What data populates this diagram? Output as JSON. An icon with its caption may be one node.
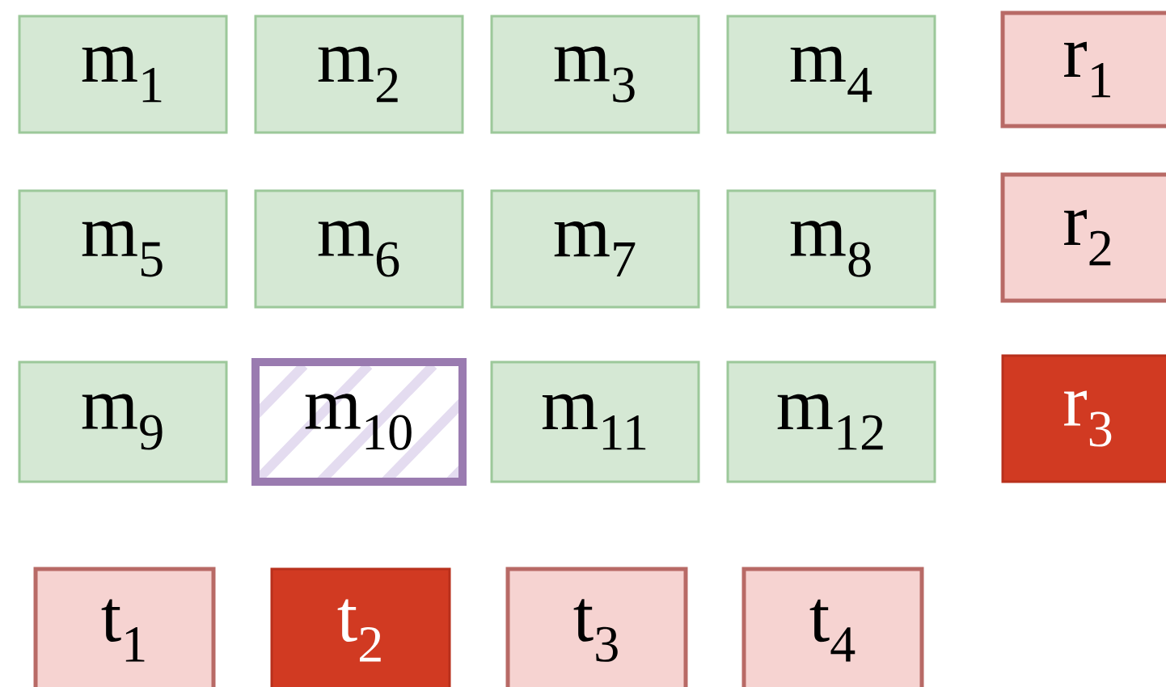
{
  "diagram": {
    "nodes": [
      {
        "text": [
          "m$_{1}$"
        ]
      },
      {
        "text": [
          "m$_{2}$"
        ]
      },
      {
        "text": [
          "m$_{3}$"
        ]
      },
      {
        "text": [
          "m$_{4}$"
        ]
      },
      {
        "text": [
          "r$_{1}$"
        ]
      },
      {
        "text": [
          "m$_{5}$"
        ]
      },
      {
        "text": [
          "m$_{6}$"
        ]
      },
      {
        "text": [
          "m$_{7}$"
        ]
      },
      {
        "text": [
          "m$_{8}$"
        ]
      },
      {
        "text": [
          "r$_{2}$"
        ]
      },
      {
        "text": [
          "m$_{9}$"
        ]
      },
      {
        "text": [
          "m$_{10}$"
        ]
      },
      {
        "text": [
          "m$_{11}$"
        ]
      },
      {
        "text": [
          "m$_{12}$"
        ]
      },
      {
        "text": [
          "r$_{3}$"
        ]
      },
      {
        "text": [
          "t$_{1}$"
        ]
      },
      {
        "text": [
          "t$_{2}$"
        ]
      },
      {
        "text": [
          "t$_{3}$"
        ]
      },
      {
        "text": [
          "t$_{4}$"
        ]
      }
    ]
  }
}
